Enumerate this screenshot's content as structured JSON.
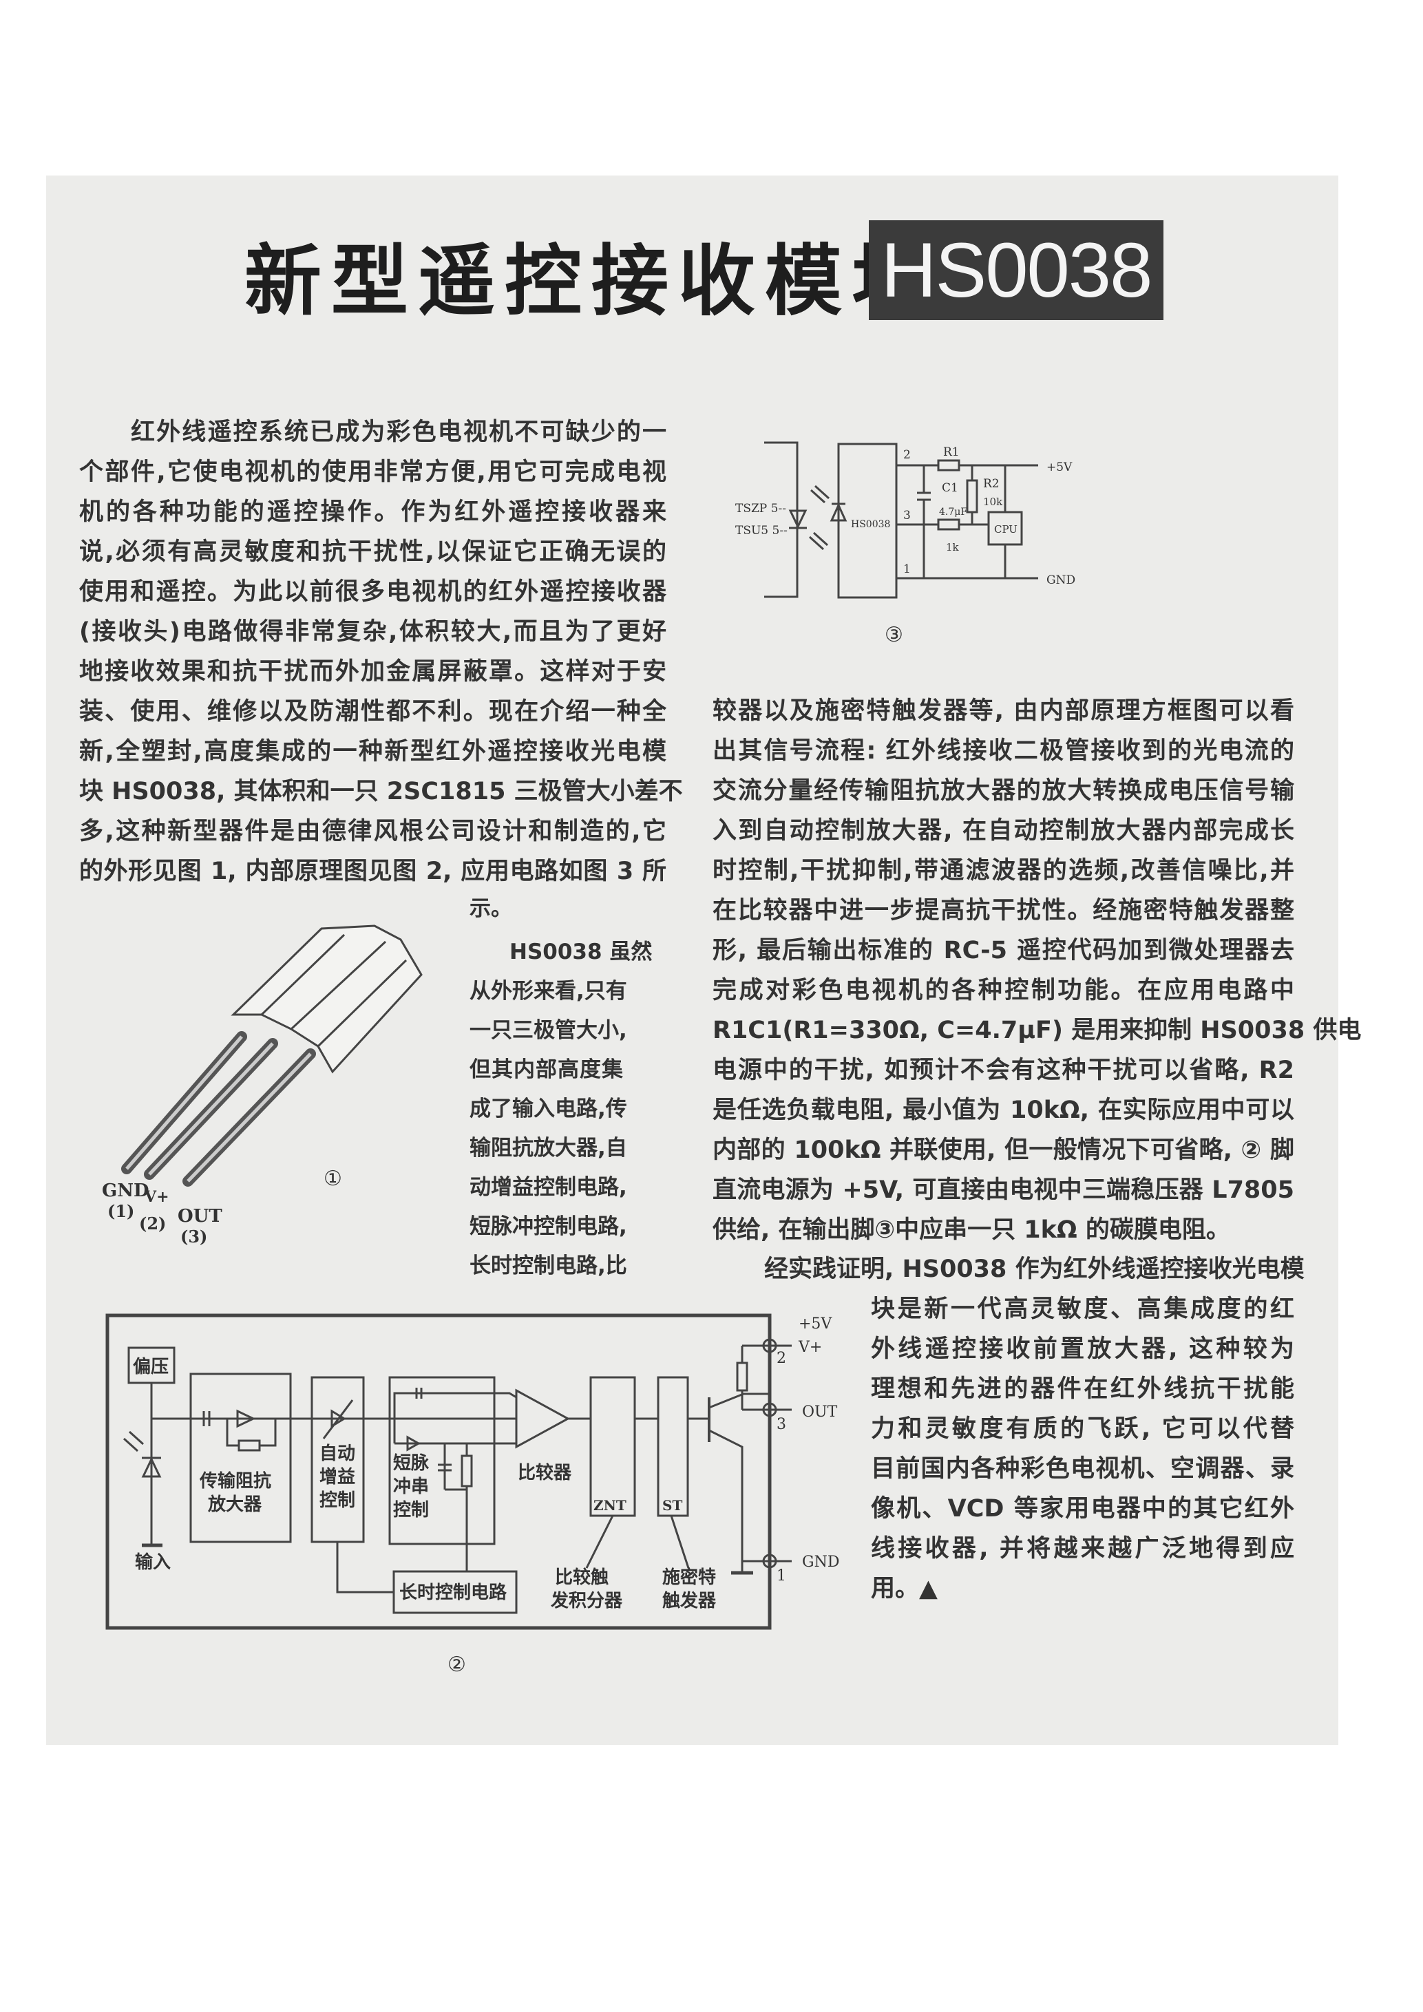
{
  "title": {
    "text": "新型遥控接收模块",
    "model": "HS0038"
  },
  "left_column": [
    "红外线遥控系统已成为彩色电视机不可缺少的一",
    "个部件,它使电视机的使用非常方便,用它可完成电视",
    "机的各种功能的遥控操作。作为红外遥控接收器来",
    "说,必须有高灵敏度和抗干扰性,以保证它正确无误的",
    "使用和遥控。为此以前很多电视机的红外遥控接收器",
    "(接收头)电路做得非常复杂,体积较大,而且为了更好",
    "地接收效果和抗干扰而外加金属屏蔽罩。这样对于安",
    "装、使用、维修以及防潮性都不利。现在介绍一种全",
    "新,全塑封,高度集成的一种新型红外遥控接收光电模",
    "块 HS0038, 其体积和一只 2SC1815 三极管大小差不",
    "多,这种新型器件是由德律风根公司设计和制造的,它",
    "的外形见图 1, 内部原理图见图 2, 应用电路如图 3 所"
  ],
  "middle_column": [
    "示。",
    "HS0038 虽然",
    "从外形来看,只有",
    "一只三极管大小,",
    "但其内部高度集",
    "成了输入电路,传",
    "输阻抗放大器,自",
    "动增益控制电路,",
    "短脉冲控制电路,",
    "长时控制电路,比"
  ],
  "right_column": [
    "较器以及施密特触发器等, 由内部原理方框图可以看",
    "出其信号流程: 红外线接收二极管接收到的光电流的",
    "交流分量经传输阻抗放大器的放大转换成电压信号输",
    "入到自动控制放大器, 在自动控制放大器内部完成长",
    "时控制,干扰抑制,带通滤波器的选频,改善信噪比,并",
    "在比较器中进一步提高抗干扰性。经施密特触发器整",
    "形, 最后输出标准的 RC-5 遥控代码加到微处理器去",
    "完成对彩色电视机的各种控制功能。在应用电路中",
    "R1C1(R1=330Ω, C=4.7μF) 是用来抑制 HS0038 供电",
    "电源中的干扰, 如预计不会有这种干扰可以省略, R2",
    "是任选负载电阻, 最小值为 10kΩ, 在实际应用中可以",
    "内部的 100kΩ 并联使用, 但一般情况下可省略, ② 脚",
    "直流电源为 +5V, 可直接由电视中三端稳压器 L7805",
    "供给, 在输出脚③中应串一只 1kΩ 的碳膜电阻。"
  ],
  "closing_paragraph": [
    "经实践证明, HS0038 作为红外线遥控接收光电模",
    "块是新一代高灵敏度、高集成度的红",
    "外线遥控接收前置放大器, 这种较为",
    "理想和先进的器件在红外线抗干扰能",
    "力和灵敏度有质的飞跃, 它可以代替",
    "目前国内各种彩色电视机、空调器、录",
    "像机、VCD 等家用电器中的其它红外",
    "线接收器, 并将越来越广泛地得到应",
    "用。▲"
  ],
  "figure1": {
    "caption": "①",
    "pins": {
      "gnd": "GND",
      "gnd_num": "(1)",
      "vs": "V+",
      "vs_num": "(2)",
      "out": "OUT",
      "out_num": "(3)"
    }
  },
  "figure2": {
    "caption": "②",
    "blocks": {
      "bias": "偏压",
      "tia_1": "传输阻抗",
      "tia_2": "放大器",
      "agc_1": "自动",
      "agc_2": "增益",
      "agc_3": "控制",
      "burst_1": "短脉",
      "burst_2": "冲串",
      "burst_3": "控制",
      "comparator": "比较器",
      "znt": "ZNT",
      "st": "ST",
      "long_time": "长时控制电路",
      "input": "输入",
      "znt_desc_1": "比较触",
      "znt_desc_2": "发积分器",
      "st_desc_1": "施密特",
      "st_desc_2": "触发器"
    },
    "pins": {
      "vplus_v": "+5V",
      "vplus": "V+",
      "p2": "2",
      "out": "OUT",
      "p3": "3",
      "gnd": "GND",
      "p1": "1"
    }
  },
  "figure3": {
    "caption": "③",
    "labels": {
      "tszp": "TSZP 5--",
      "tsu5": "TSU5 5--",
      "ic": "HS0038",
      "p2": "2",
      "p3": "3",
      "p1": "1",
      "r1": "R1",
      "c1": "C1",
      "c1_val": "4.7μF",
      "r3_val": "1k",
      "r2": "R2",
      "r2_val": "10k",
      "cpu": "CPU",
      "vcc": "+5V",
      "gnd": "GND"
    }
  }
}
